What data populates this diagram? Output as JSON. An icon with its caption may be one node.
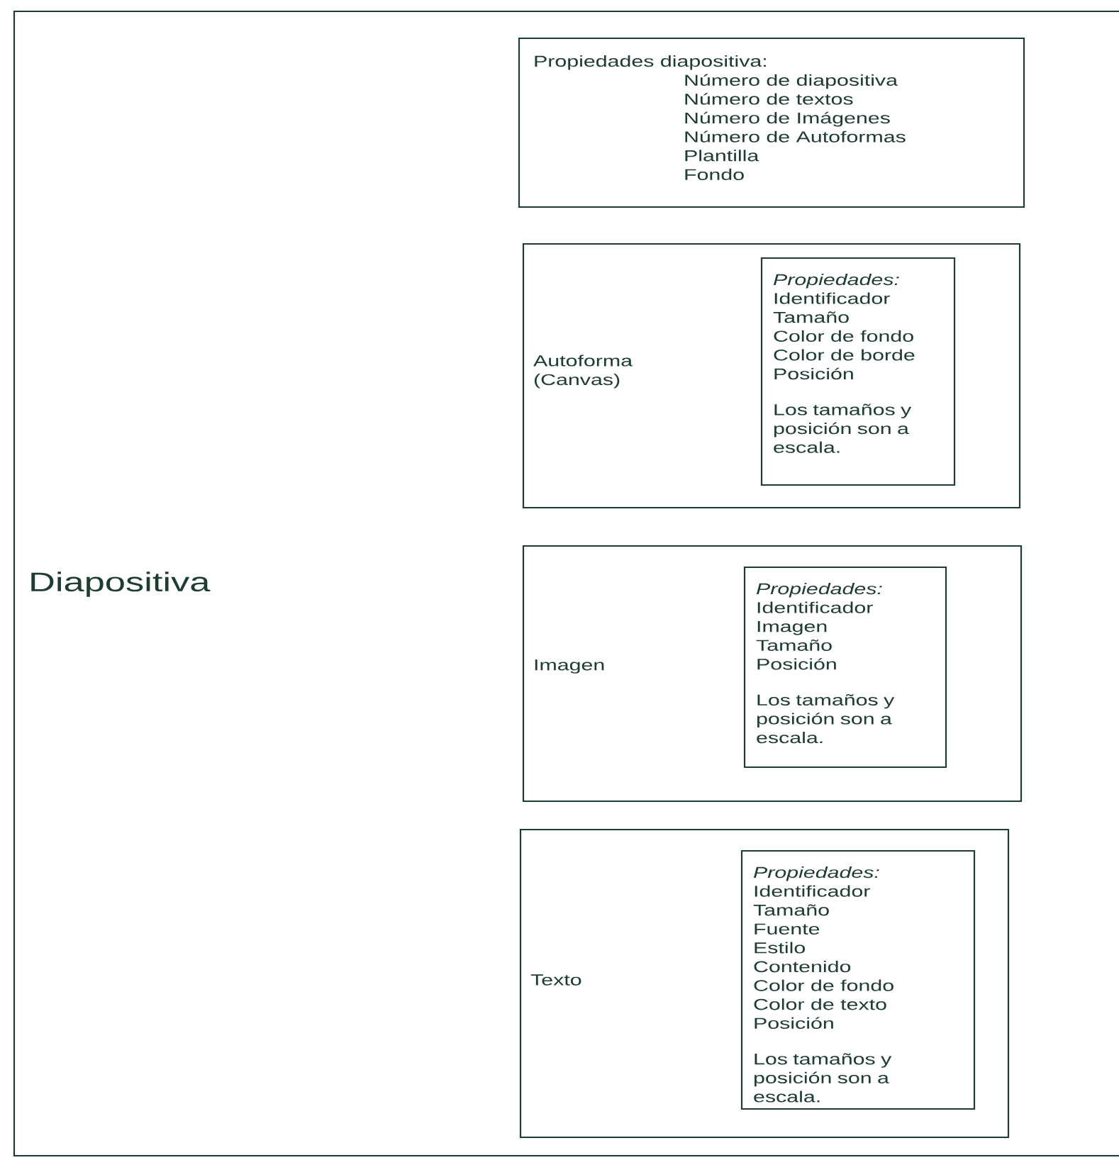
{
  "diagram": {
    "nodes": [
      {
        "text": [
          "Diapositiva"
        ]
      },
      {
        "text": [
          "Propiedades diapositiva:",
          "Número de diapositiva",
          "Número de textos",
          "Número de Imágenes",
          "Número de Autoformas",
          "Plantilla",
          "Fondo"
        ],
        "in": 0
      },
      {
        "text": [
          "Autoforma (Canvas)"
        ],
        "in": 0
      },
      {
        "text": [
          "Propiedades:",
          "Identificador",
          "Tamaño",
          "Color de fondo",
          "Color de borde",
          "Posición",
          "Los tamaños y posición son a escala."
        ],
        "in": 2
      },
      {
        "text": [
          "Imagen"
        ],
        "in": 0
      },
      {
        "text": [
          "Propiedades:",
          "Identificador",
          "Imagen",
          "Tamaño",
          "Posición",
          "Los tamaños y posición son a escala."
        ],
        "in": 4
      },
      {
        "text": [
          "Texto"
        ],
        "in": 0
      },
      {
        "text": [
          "Propiedades:",
          "Identificador",
          "Tamaño",
          "Fuente",
          "Estilo",
          "Contenido",
          "Color de fondo",
          "Color de texto",
          "Posición",
          "Los tamaños y posición son a escala."
        ],
        "in": 6
      }
    ]
  }
}
